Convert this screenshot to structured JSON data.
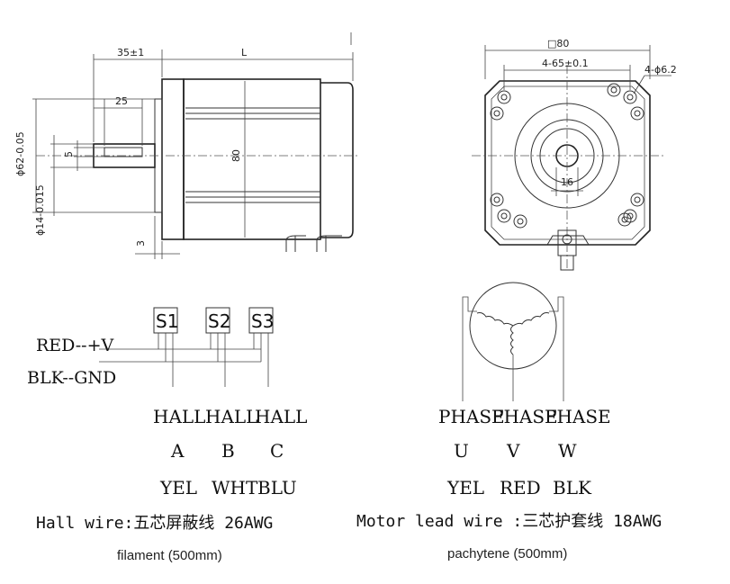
{
  "side_view": {
    "dim_shaft_length": "35±1",
    "dim_body_length": "L",
    "dim_key_length": "25",
    "dim_flange_dia": "ϕ62-0.05",
    "dim_shaft_dia": "ϕ14-0.015",
    "dim_key_width": "5",
    "dim_body_height": "80",
    "dim_flange_thickness": "3"
  },
  "front_view": {
    "dim_square": "□80",
    "dim_hole_spacing": "4-65±0.1",
    "dim_hole_dia": "4-ϕ6.2",
    "dim_key_depth": "16"
  },
  "hall": {
    "sensors": [
      "S1",
      "S2",
      "S3"
    ],
    "supply_positive": "RED--+V",
    "supply_ground": "BLK--GND",
    "columns": [
      {
        "type": "HALL",
        "id": "A",
        "color": "YEL"
      },
      {
        "type": "HALL",
        "id": "B",
        "color": "WHT"
      },
      {
        "type": "HALL",
        "id": "C",
        "color": "BLU"
      }
    ],
    "wire_spec": "Hall wire:五芯屏蔽线 26AWG",
    "wire_note": "filament (500mm)"
  },
  "motor": {
    "columns": [
      {
        "type": "PHASE",
        "id": "U",
        "color": "YEL"
      },
      {
        "type": "PHASE",
        "id": "V",
        "color": "RED"
      },
      {
        "type": "PHASE",
        "id": "W",
        "color": "BLK"
      }
    ],
    "wire_spec": "Motor lead wire :三芯护套线 18AWG",
    "wire_note": "pachytene (500mm)"
  }
}
